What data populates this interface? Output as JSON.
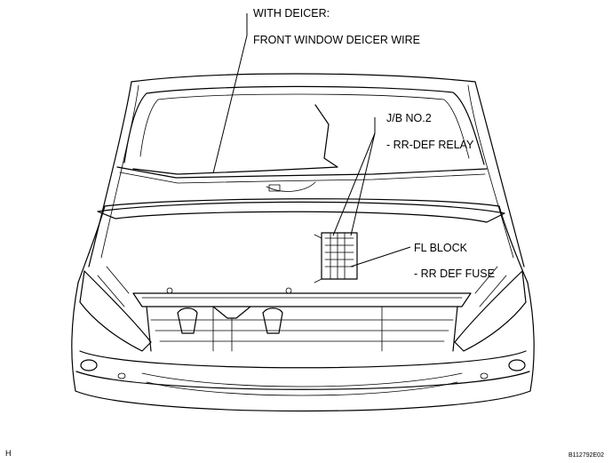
{
  "labels": {
    "deicer_title": "WITH DEICER:",
    "deicer_item": "FRONT WINDOW DEICER WIRE",
    "jb_title": "J/B NO.2",
    "jb_item": "- RR-DEF RELAY",
    "fl_title": "FL BLOCK",
    "fl_item": "- RR DEF FUSE",
    "corner_mark": "H",
    "figure_code": "B112792E02"
  }
}
